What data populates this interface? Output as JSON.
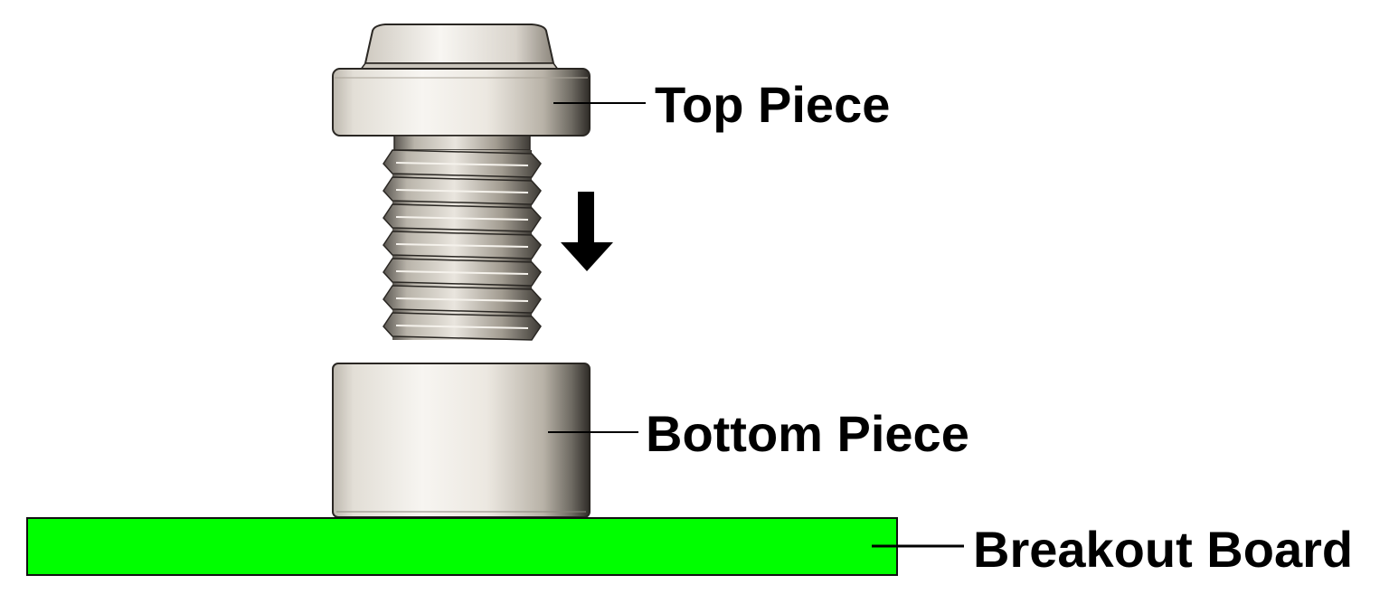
{
  "labels": {
    "top_piece": "Top Piece",
    "bottom_piece": "Bottom Piece",
    "breakout_board": "Breakout Board"
  },
  "colors": {
    "board_fill": "#00ff00",
    "board_outline": "#111111",
    "metal_light": "#f4f2ee",
    "metal_mid": "#d6d2ca",
    "metal_dark": "#3a3732",
    "arrow": "#000000",
    "leader_line": "#000000"
  },
  "icons": {
    "arrow": "arrow-down-icon"
  }
}
